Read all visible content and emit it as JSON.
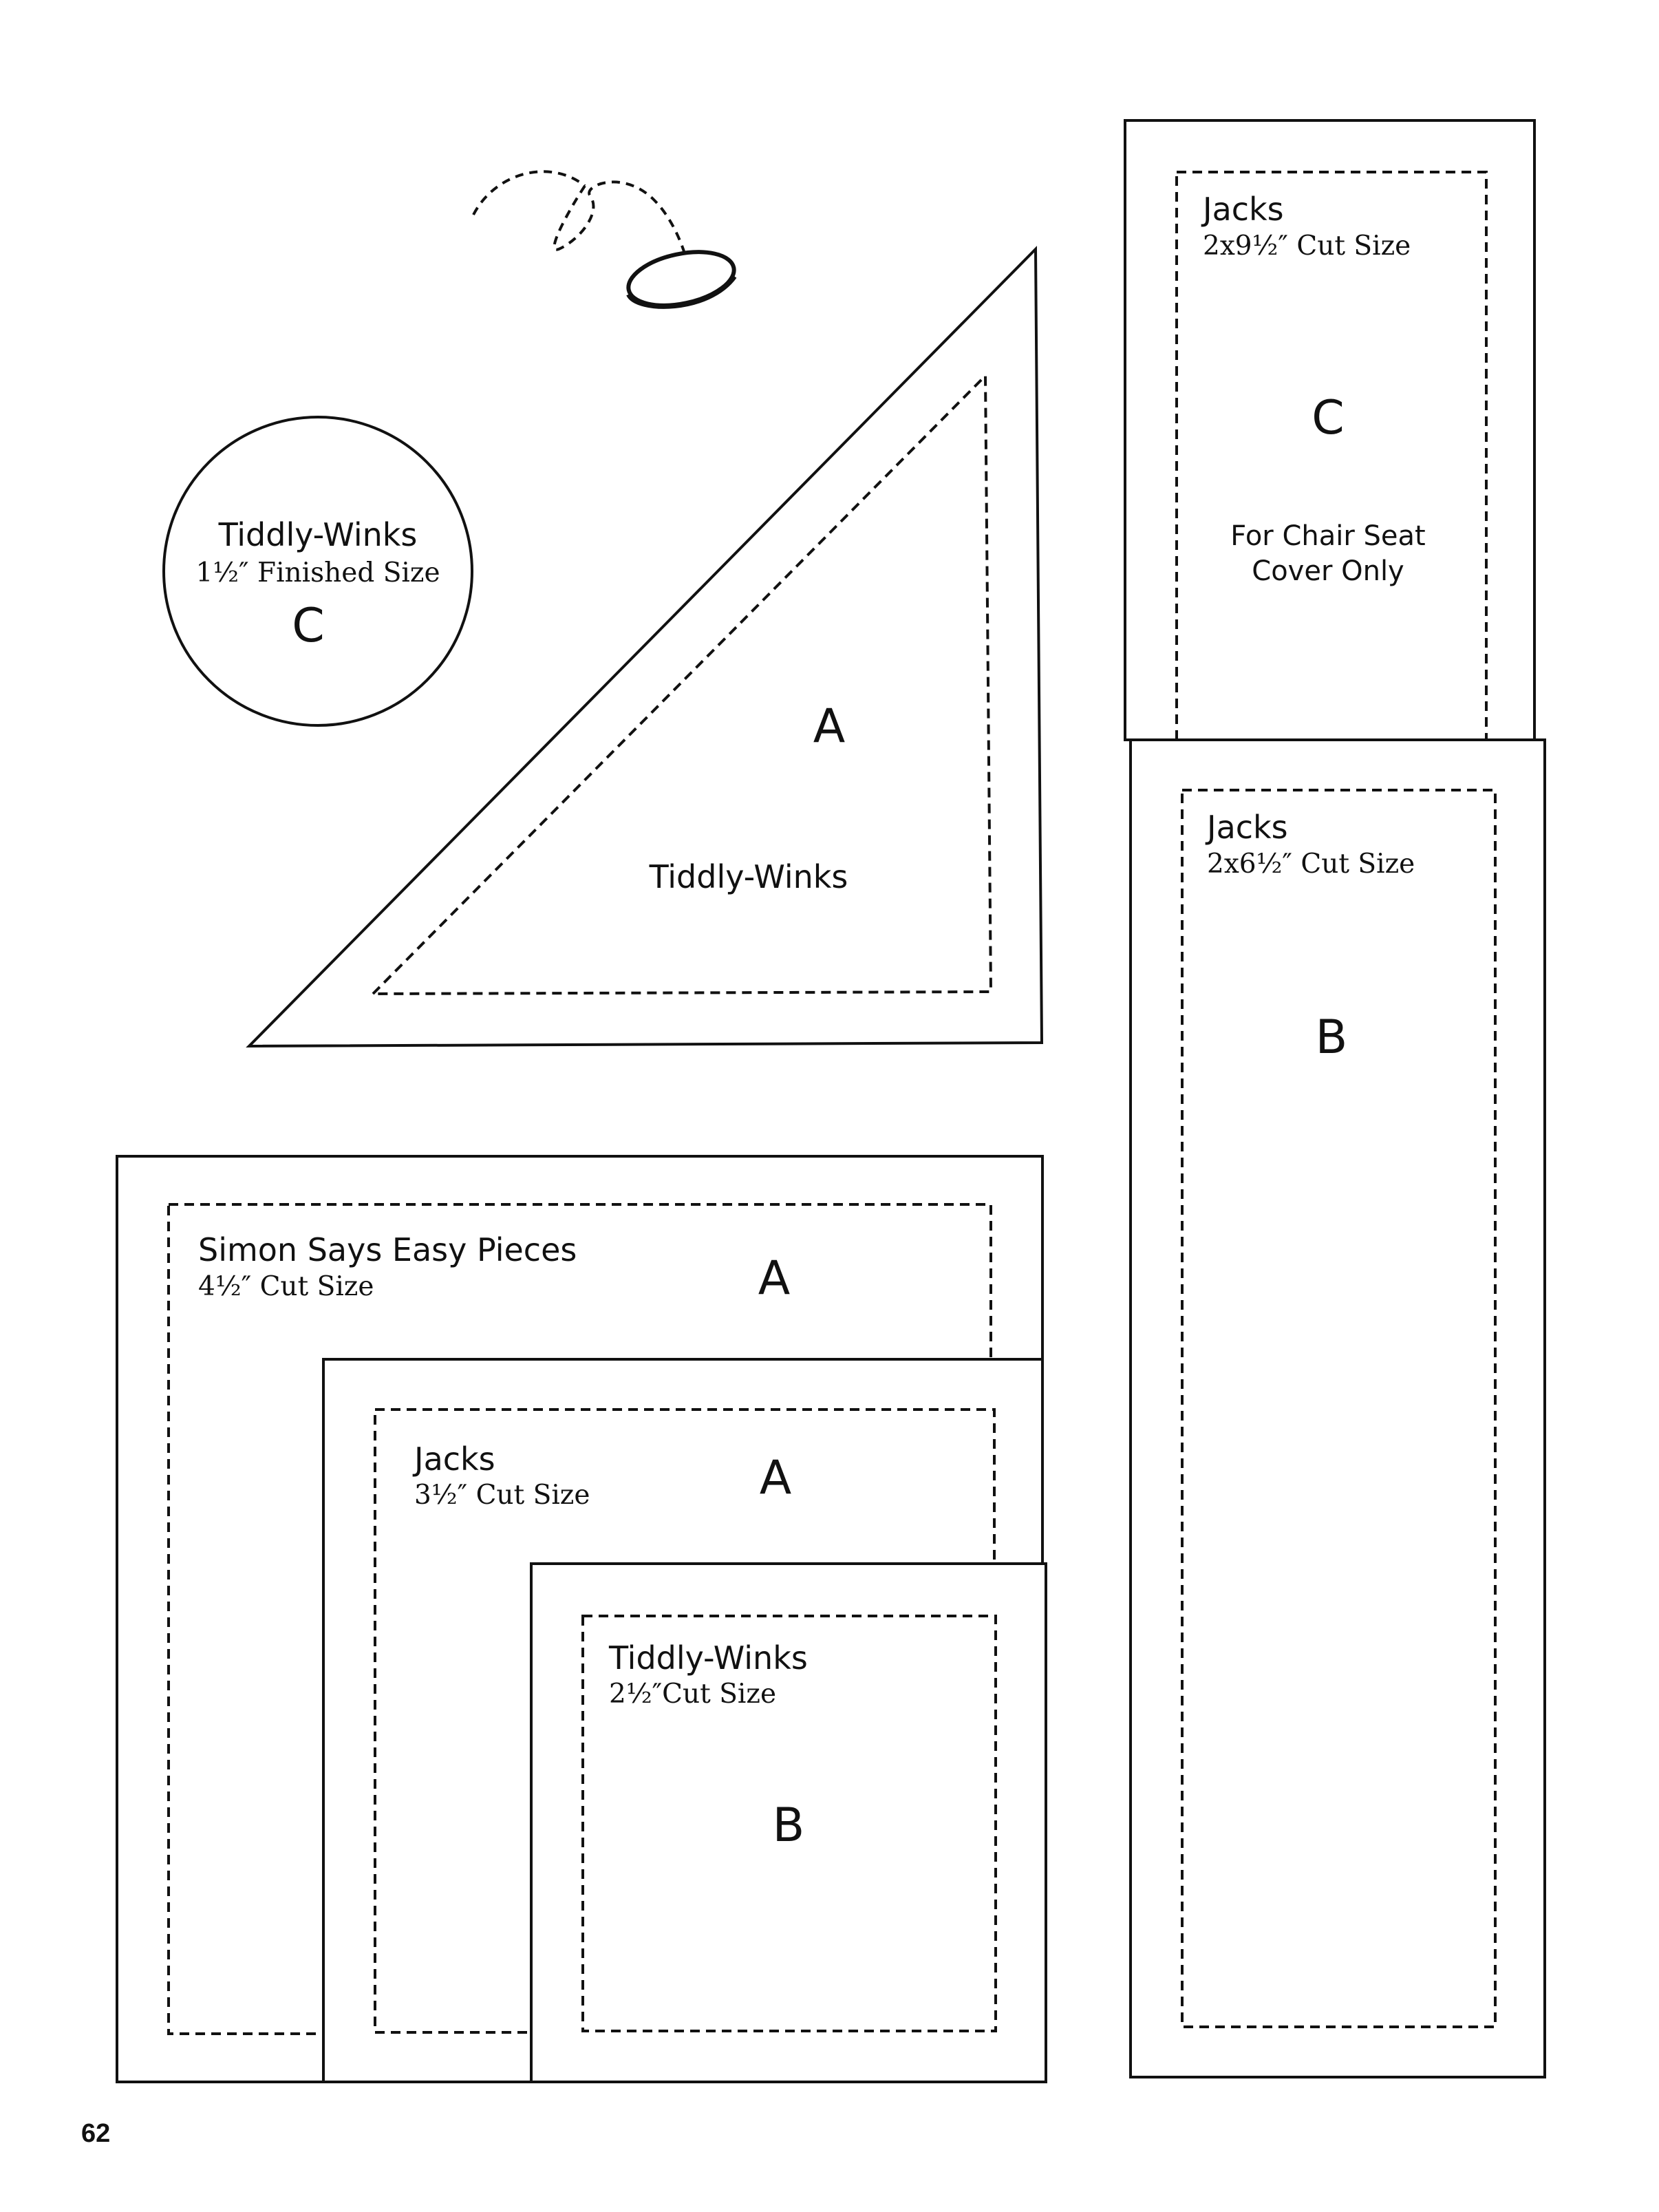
{
  "page": {
    "number": "62"
  },
  "circle_template": {
    "title": "Tiddly-Winks",
    "size": "1½″ Finished Size",
    "letter": "C"
  },
  "triangle_template": {
    "letter": "A",
    "name": "Tiddly-Winks"
  },
  "square_simon": {
    "title": "Simon Says Easy Pieces",
    "size": "4½″ Cut Size",
    "letter": "A"
  },
  "square_jacks": {
    "title": "Jacks",
    "size": "3½″ Cut Size",
    "letter": "A"
  },
  "square_tiddly": {
    "title": "Tiddly-Winks",
    "size": "2½″Cut Size",
    "letter": "B"
  },
  "rect_jacks_c": {
    "title": "Jacks",
    "size": "2x9½″ Cut Size",
    "letter": "C",
    "note_line1": "For Chair Seat",
    "note_line2": "Cover Only"
  },
  "rect_jacks_b": {
    "title": "Jacks",
    "size": "2x6½″ Cut Size",
    "letter": "B"
  }
}
